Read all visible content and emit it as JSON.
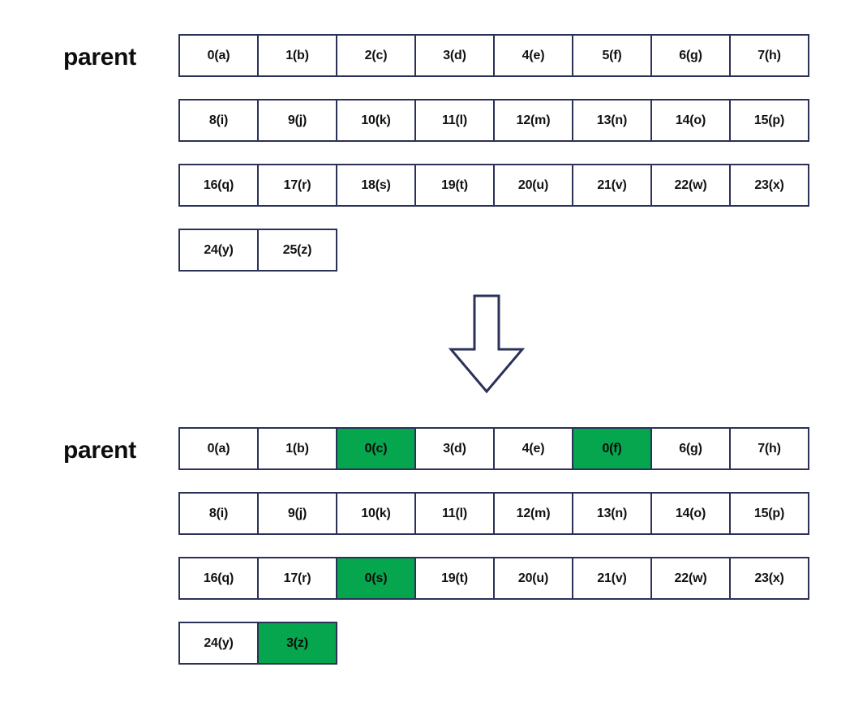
{
  "diagram": {
    "kind": "array-transformation",
    "colors": {
      "cell_border": "#2b3158",
      "highlight_fill": "#06a64e",
      "cell_fill": "#ffffff",
      "text": "#111111",
      "arrow_stroke": "#2b3158",
      "background": "#ffffff"
    },
    "arrow": {
      "icon": "arrow-down-outline-icon",
      "direction": "down"
    },
    "before": {
      "label": "parent",
      "rows": [
        [
          {
            "text": "0(a)",
            "highlight": false
          },
          {
            "text": "1(b)",
            "highlight": false
          },
          {
            "text": "2(c)",
            "highlight": false
          },
          {
            "text": "3(d)",
            "highlight": false
          },
          {
            "text": "4(e)",
            "highlight": false
          },
          {
            "text": "5(f)",
            "highlight": false
          },
          {
            "text": "6(g)",
            "highlight": false
          },
          {
            "text": "7(h)",
            "highlight": false
          }
        ],
        [
          {
            "text": "8(i)",
            "highlight": false
          },
          {
            "text": "9(j)",
            "highlight": false
          },
          {
            "text": "10(k)",
            "highlight": false
          },
          {
            "text": "11(l)",
            "highlight": false
          },
          {
            "text": "12(m)",
            "highlight": false
          },
          {
            "text": "13(n)",
            "highlight": false
          },
          {
            "text": "14(o)",
            "highlight": false
          },
          {
            "text": "15(p)",
            "highlight": false
          }
        ],
        [
          {
            "text": "16(q)",
            "highlight": false
          },
          {
            "text": "17(r)",
            "highlight": false
          },
          {
            "text": "18(s)",
            "highlight": false
          },
          {
            "text": "19(t)",
            "highlight": false
          },
          {
            "text": "20(u)",
            "highlight": false
          },
          {
            "text": "21(v)",
            "highlight": false
          },
          {
            "text": "22(w)",
            "highlight": false
          },
          {
            "text": "23(x)",
            "highlight": false
          }
        ],
        [
          {
            "text": "24(y)",
            "highlight": false
          },
          {
            "text": "25(z)",
            "highlight": false
          }
        ]
      ]
    },
    "after": {
      "label": "parent",
      "rows": [
        [
          {
            "text": "0(a)",
            "highlight": false
          },
          {
            "text": "1(b)",
            "highlight": false
          },
          {
            "text": "0(c)",
            "highlight": true
          },
          {
            "text": "3(d)",
            "highlight": false
          },
          {
            "text": "4(e)",
            "highlight": false
          },
          {
            "text": "0(f)",
            "highlight": true
          },
          {
            "text": "6(g)",
            "highlight": false
          },
          {
            "text": "7(h)",
            "highlight": false
          }
        ],
        [
          {
            "text": "8(i)",
            "highlight": false
          },
          {
            "text": "9(j)",
            "highlight": false
          },
          {
            "text": "10(k)",
            "highlight": false
          },
          {
            "text": "11(l)",
            "highlight": false
          },
          {
            "text": "12(m)",
            "highlight": false
          },
          {
            "text": "13(n)",
            "highlight": false
          },
          {
            "text": "14(o)",
            "highlight": false
          },
          {
            "text": "15(p)",
            "highlight": false
          }
        ],
        [
          {
            "text": "16(q)",
            "highlight": false
          },
          {
            "text": "17(r)",
            "highlight": false
          },
          {
            "text": "0(s)",
            "highlight": true
          },
          {
            "text": "19(t)",
            "highlight": false
          },
          {
            "text": "20(u)",
            "highlight": false
          },
          {
            "text": "21(v)",
            "highlight": false
          },
          {
            "text": "22(w)",
            "highlight": false
          },
          {
            "text": "23(x)",
            "highlight": false
          }
        ],
        [
          {
            "text": "24(y)",
            "highlight": false
          },
          {
            "text": "3(z)",
            "highlight": true
          }
        ]
      ]
    }
  }
}
